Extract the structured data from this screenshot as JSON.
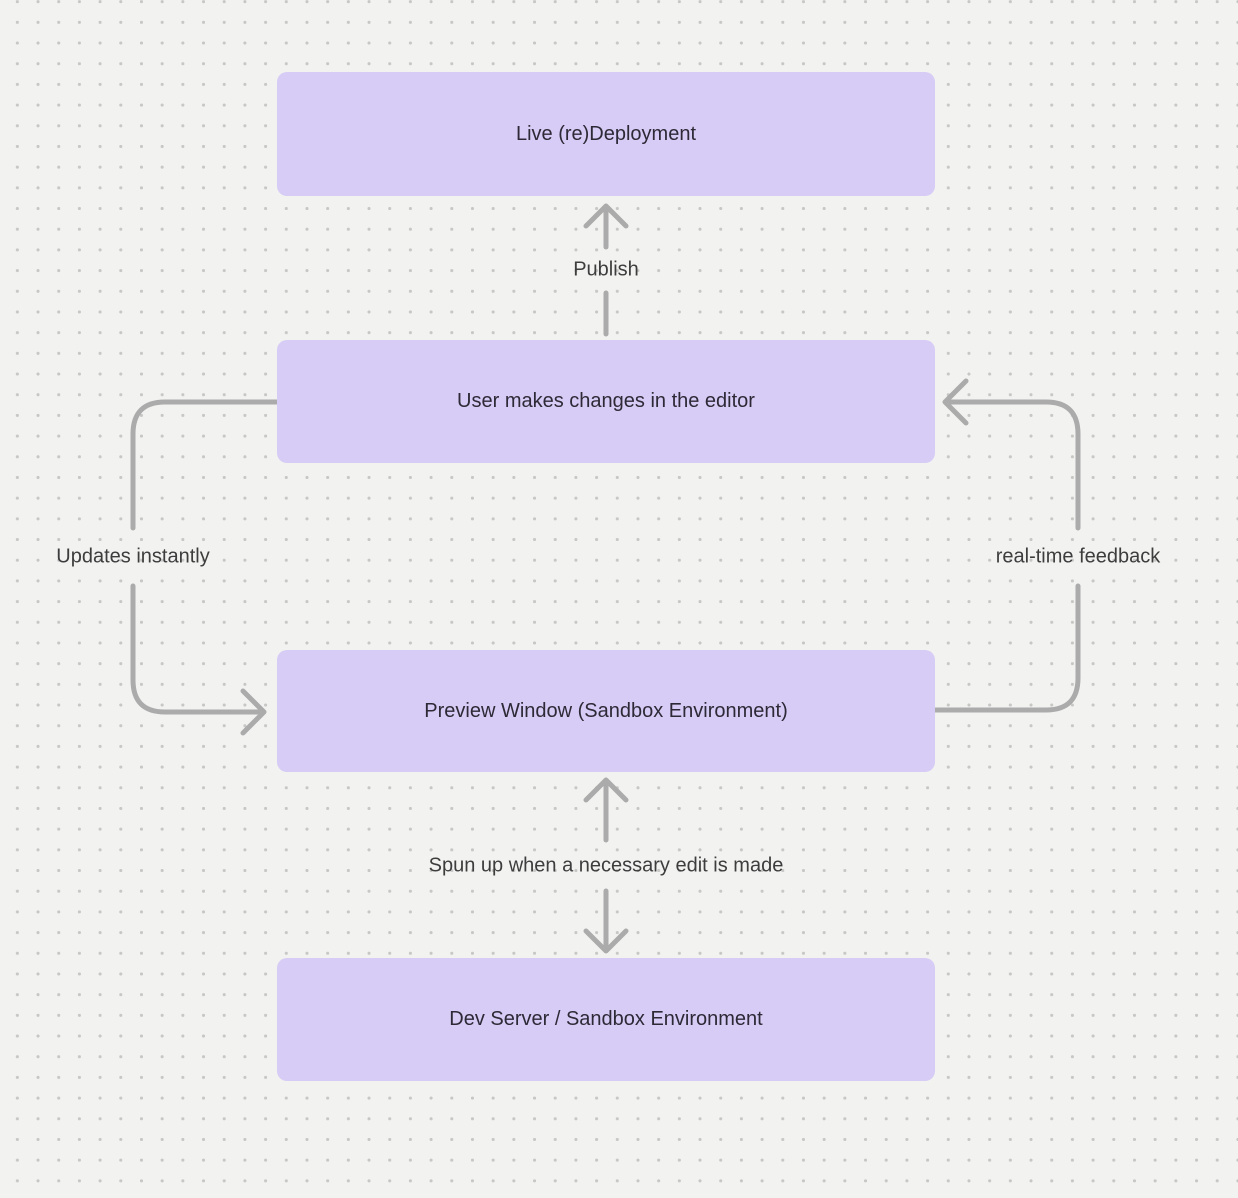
{
  "diagram": {
    "nodes": [
      {
        "id": "live-redeployment",
        "label": "Live (re)Deployment"
      },
      {
        "id": "user-changes",
        "label": "User makes changes in the editor"
      },
      {
        "id": "preview-window",
        "label": "Preview Window (Sandbox Environment)"
      },
      {
        "id": "dev-server",
        "label": "Dev Server / Sandbox Environment"
      }
    ],
    "edges": [
      {
        "label": "Publish",
        "from": "user-changes",
        "to": "live-redeployment",
        "direction": "up"
      },
      {
        "label": "Updates instantly",
        "from": "user-changes",
        "to": "preview-window",
        "side": "left",
        "direction": "down"
      },
      {
        "label": "real-time feedback",
        "from": "preview-window",
        "to": "user-changes",
        "side": "right",
        "direction": "up"
      },
      {
        "label": "Spun up when a necessary edit is made",
        "from": "dev-server",
        "to": "preview-window",
        "direction": "both"
      }
    ],
    "colors": {
      "background": "#f2f2f1",
      "dot": "#c7c7c5",
      "node_fill": "#d7ccf5",
      "node_text": "#2d2936",
      "edge_stroke": "#ababab",
      "edge_label_text": "#3d3d3d"
    }
  }
}
